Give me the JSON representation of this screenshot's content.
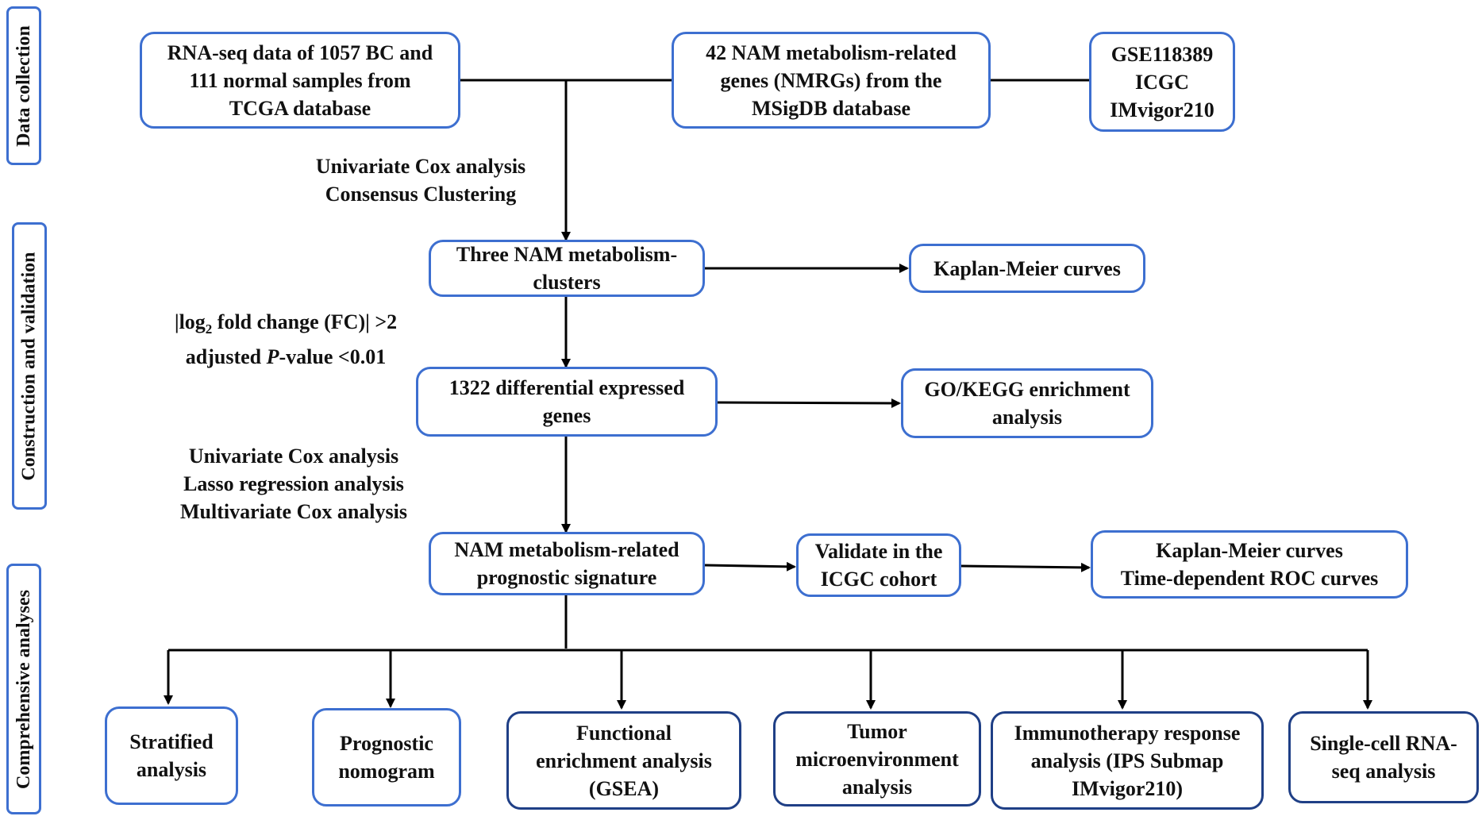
{
  "sections": {
    "data_collection": "Data collection",
    "construction": "Construction and validation",
    "comprehensive": "Comprehensive analyses"
  },
  "boxes": {
    "rnaseq": "RNA-seq data of 1057 BC and\n111 normal samples from\nTCGA database",
    "nmrgs": "42 NAM metabolism-related\ngenes (NMRGs) from the\nMSigDB database",
    "external": "GSE118389\nICGC\nIMvigor210",
    "clusters": "Three NAM metabolism-\nclusters",
    "km1": "Kaplan-Meier curves",
    "degs": "1322 differential expressed\ngenes",
    "go_kegg": "GO/KEGG enrichment\nanalysis",
    "signature": "NAM metabolism-related\nprognostic signature",
    "validate": "Validate in the\nICGC cohort",
    "km_roc": "Kaplan-Meier curves\nTime-dependent ROC curves",
    "stratified": "Stratified\nanalysis",
    "nomogram": "Prognostic\nnomogram",
    "gsea": "Functional\nenrichment analysis\n(GSEA)",
    "tme": "Tumor\nmicroenvironment\nanalysis",
    "immuno": "Immunotherapy response\nanalysis (IPS Submap\nIMvigor210)",
    "scrna": "Single-cell RNA-\nseq analysis"
  },
  "labels": {
    "step1_line1": "Univariate Cox analysis",
    "step1_line2": "Consensus Clustering",
    "step2_pre": "|log",
    "step2_sub": "2",
    "step2_post": " fold change (FC)| >2",
    "step2_line2_pre": "adjusted ",
    "step2_line2_p": "P",
    "step2_line2_post": "-value <0.01",
    "step3_line1": "Univariate Cox analysis",
    "step3_line2": "Lasso regression analysis",
    "step3_line3": "Multivariate Cox analysis"
  },
  "colors": {
    "box_border": "#3d6fd0",
    "box_border_dark": "#1f3f86",
    "line": "#000000"
  }
}
